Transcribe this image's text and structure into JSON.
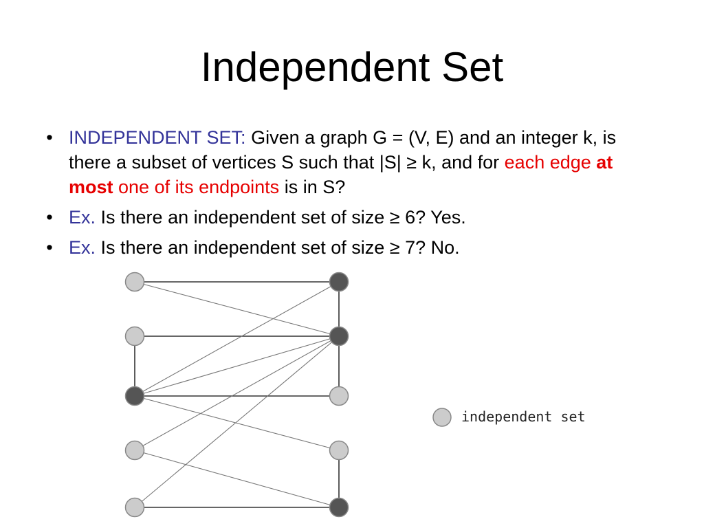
{
  "slide": {
    "title": "Independent Set"
  },
  "bullets": [
    {
      "lead": "INDEPENDENT SET:",
      "text_1": " Given a graph G = (V, E) and an integer k, is there a subset of vertices S such that |S| ≥ k, and for ",
      "red_1": "each edge ",
      "red_bold": "at most",
      "red_2": " one of its endpoints",
      "text_2": " is in S?"
    },
    {
      "lead": "Ex.",
      "text": " Is there an independent set of size ≥ 6? Yes."
    },
    {
      "lead": "Ex.",
      "text": " Is there an independent set of size ≥ 7? No."
    }
  ],
  "bullet_glyph": "•",
  "graph": {
    "colors": {
      "independent_fill": "#cccccc",
      "other_fill": "#555555",
      "node_stroke": "#888888",
      "edge_main": "#333333",
      "edge_light": "#777777"
    },
    "nodes": [
      {
        "id": "L1",
        "in_set": true
      },
      {
        "id": "L2",
        "in_set": true
      },
      {
        "id": "L3",
        "in_set": false
      },
      {
        "id": "L4",
        "in_set": true
      },
      {
        "id": "L5",
        "in_set": true
      },
      {
        "id": "R1",
        "in_set": false
      },
      {
        "id": "R2",
        "in_set": false
      },
      {
        "id": "R3",
        "in_set": true
      },
      {
        "id": "R4",
        "in_set": true
      },
      {
        "id": "R5",
        "in_set": false
      }
    ],
    "edges": [
      [
        "L1",
        "R1"
      ],
      [
        "L2",
        "R2"
      ],
      [
        "L3",
        "R3"
      ],
      [
        "L5",
        "R5"
      ],
      [
        "L2",
        "L3"
      ],
      [
        "R1",
        "R2"
      ],
      [
        "R2",
        "R3"
      ],
      [
        "R4",
        "R5"
      ],
      [
        "L1",
        "R2"
      ],
      [
        "L3",
        "R1"
      ],
      [
        "L3",
        "R2"
      ],
      [
        "L3",
        "R4"
      ],
      [
        "L4",
        "R2"
      ],
      [
        "L4",
        "R5"
      ],
      [
        "L5",
        "R2"
      ]
    ],
    "legend": {
      "label": "independent set"
    }
  }
}
